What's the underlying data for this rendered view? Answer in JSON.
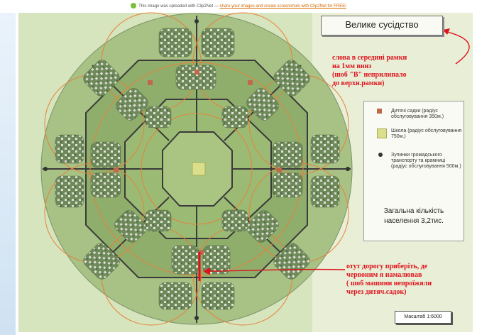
{
  "upload_bar": {
    "text": "This image was uploaded with Clip2Net —",
    "link": "share your images and create screenshots with Clip2Net for FREE!"
  },
  "plan_title": "Велике сусідство",
  "annotations": {
    "top_note": [
      "слова в середині рамки",
      "на 1мм вниз",
      "(шоб \"В\" неприлипало",
      "до верхн.рамки)"
    ],
    "bottom_note": [
      "отут дорогу приберіть, де",
      "червоним я намалював",
      "( шоб машини непроїжяли",
      "через дитяч.садок)"
    ]
  },
  "legend": {
    "kindergarten": "Дитячі садки (радіус обслуговування 350м.)",
    "school": "Школа (радіус обслуговування 750м.)",
    "stops": "Зупинки громадського транспорту та крамниці (радіус обслуговування 500м.)",
    "population": [
      "Загальна кількість",
      "населення 3,2тис."
    ]
  },
  "scale": "Масштаб 1:6000",
  "colors": {
    "grass": "#8fae6c",
    "outer_ring": "#b8cc98",
    "road": "#3a3a3a",
    "school": "#d9df8a",
    "kindergarten": "#c2684a",
    "annotation": "#e0111d",
    "service_circle": "#e8803a"
  }
}
